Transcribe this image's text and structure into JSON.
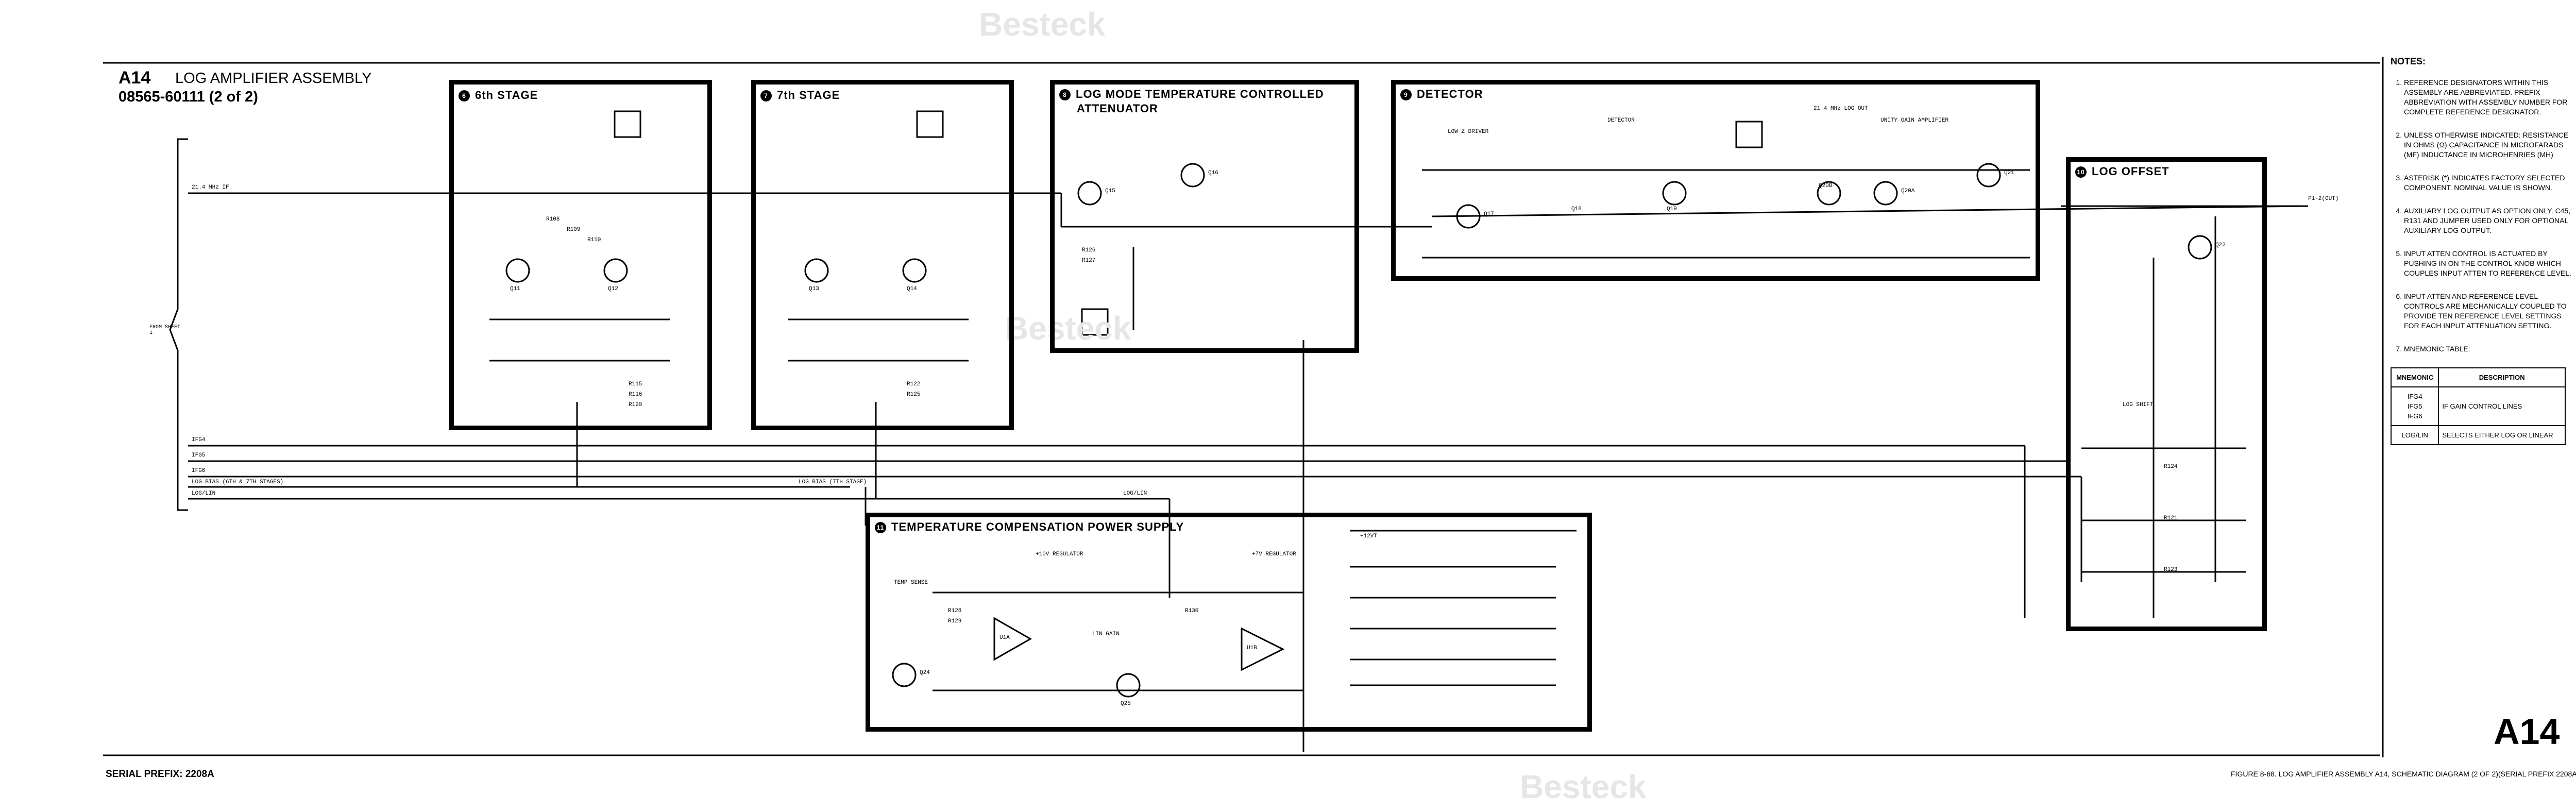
{
  "header": {
    "assembly_code": "A14",
    "assembly_title": "LOG AMPLIFIER ASSEMBLY",
    "part_number": "08565-60111 (2 of 2)"
  },
  "footer": {
    "serial_prefix": "SERIAL PREFIX: 2208A",
    "figure_caption": "FIGURE 8-68.  LOG AMPLIFIER ASSEMBLY A14, SCHEMATIC DIAGRAM (2 OF 2)(SERIAL PREFIX 2208A)",
    "big_id": "A14"
  },
  "watermark": "Besteck",
  "blocks": {
    "stage6": {
      "number": "6",
      "title": "6th STAGE"
    },
    "stage7": {
      "number": "7",
      "title": "7th STAGE"
    },
    "log_mode": {
      "number": "8",
      "title_line1": "LOG MODE TEMPERATURE CONTROLLED",
      "title_line2": "ATTENUATOR"
    },
    "detector": {
      "number": "9",
      "title": "DETECTOR"
    },
    "log_offset": {
      "number": "10",
      "title": "LOG OFFSET"
    },
    "temp_comp": {
      "number": "11",
      "title": "TEMPERATURE COMPENSATION POWER SUPPLY"
    }
  },
  "labels": {
    "input_if": "21.4 MHz IF",
    "from_sheet": "FROM SHEET 1",
    "output_p1": "P1-2(OUT)",
    "output_log": "21.4 MHz LOG OUT",
    "log_bias": "LOG BIAS (6TH & 7TH STAGES)",
    "log_bias_7": "LOG BIAS (7TH STAGE)",
    "log_lin": "LOG/LIN",
    "ifg4": "IFG4",
    "ifg5": "IFG5",
    "ifg6": "IFG6",
    "log_shift": "LOG SHIFT",
    "low_z_driver": "LOW Z DRIVER",
    "detector_sub": "DETECTOR",
    "unity_gain": "UNITY GAIN AMPLIFIER",
    "reg_10v": "+10V REGULATOR",
    "reg_7v": "+7V REGULATOR",
    "temp_sense": "TEMP SENSE",
    "lin_gain": "LIN GAIN",
    "v12": "+12VT"
  },
  "components": {
    "transistors": [
      "Q11",
      "Q12",
      "Q13",
      "Q14",
      "Q15",
      "Q16",
      "Q17",
      "Q18",
      "Q19",
      "Q20B",
      "Q20A",
      "Q21",
      "Q22",
      "Q24",
      "Q25"
    ],
    "opamps": [
      "U1A",
      "U1B"
    ],
    "resistors_sample": [
      "R108",
      "R109",
      "R110",
      "R115",
      "R116",
      "R120",
      "R121",
      "R122",
      "R123",
      "R124",
      "R125",
      "R126",
      "R127",
      "R128",
      "R129",
      "R130"
    ]
  },
  "notes": {
    "heading": "NOTES:",
    "items": [
      "Reference designators within this assembly are abbreviated. Prefix abbreviation with assembly number for complete reference designator.",
      "Unless otherwise indicated: resistance in ohms (Ω) capacitance in microfarads (µF) inductance in microhenries (µH)",
      "Asterisk (*) indicates factory selected component. Nominal value is shown.",
      "Auxiliary log output as option only. C45, R131 and jumper used only for optional auxiliary log output.",
      "Input atten control is actuated by pushing in on the control knob which couples input atten to reference level.",
      "Input atten and reference level controls are mechanically coupled to provide ten reference level settings for each input attenuation setting.",
      "Mnemonic table:"
    ],
    "mnemonic_table": {
      "headers": [
        "MNEMONIC",
        "DESCRIPTION"
      ],
      "rows": [
        {
          "mnemonic": "IFG4\nIFG5\nIFG6",
          "description": "IF GAIN CONTROL LINES"
        },
        {
          "mnemonic": "LOG/LIN",
          "description": "SELECTS EITHER LOG OR LINEAR"
        }
      ]
    }
  }
}
